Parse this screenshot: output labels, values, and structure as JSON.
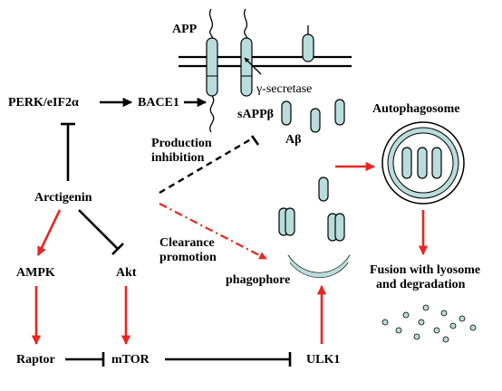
{
  "labels": {
    "app": "APP",
    "gamma_secretase": "γ-secretase",
    "perk": "PERK/eIF2α",
    "bace1": "BACE1",
    "sappb": "sAPPβ",
    "abeta": "Aβ",
    "autophagosome": "Autophagosome",
    "production_inhibition_1": "Production",
    "production_inhibition_2": "inhibition",
    "arctigenin": "Arctigenin",
    "clearance_promotion_1": "Clearance",
    "clearance_promotion_2": "promotion",
    "phagophore": "phagophore",
    "fusion_1": "Fusion with lyosome",
    "fusion_2": "and degradation",
    "ampk": "AMPK",
    "akt": "Akt",
    "raptor": "Raptor",
    "mtor": "mTOR",
    "ulk1": "ULK1"
  },
  "colors": {
    "protein_fill": "#b9dcdc",
    "activation_arrow": "#e8261f",
    "inhibition_line": "#000000",
    "degraded_particle": "#b9dcdc"
  }
}
